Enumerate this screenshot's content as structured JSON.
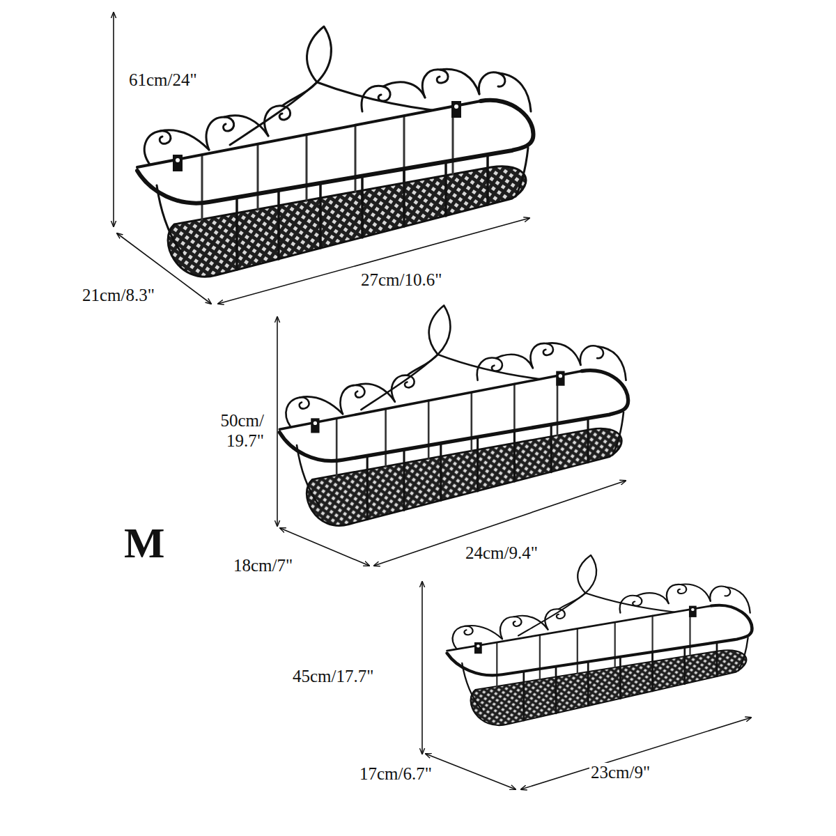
{
  "diagram": {
    "labels": [
      "61cm/24\"",
      "21cm/8.3\"",
      "27cm/10.6\"",
      "50cm/ 19.7\"",
      "M",
      "18cm/7\"",
      "24cm/9.4\"",
      "45cm/17.7\"",
      "17cm/6.7\"",
      "23cm/9\""
    ]
  }
}
